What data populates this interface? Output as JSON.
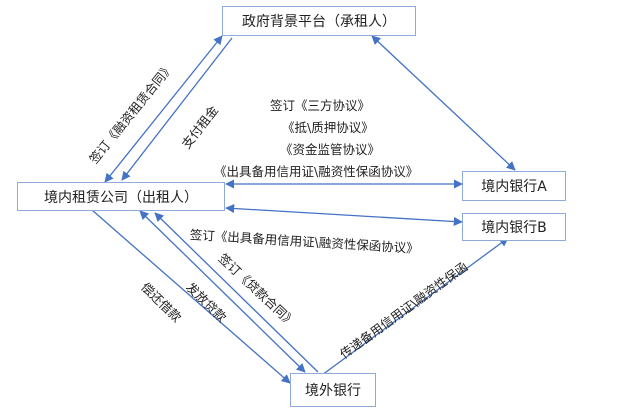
{
  "nodes": {
    "gov": "政府背景平台（承租人）",
    "lessor": "境内租赁公司（出租人）",
    "bank_a": "境内银行A",
    "bank_b": "境内银行B",
    "foreign": "境外银行"
  },
  "labels": {
    "sign_lease": "签订《融资租赁合同》",
    "pay_rent": "支付租金",
    "center_lines": [
      "签订《三方协议》",
      "《抵\\质押协议》",
      "《资金监管协议》",
      "《出具备用信用证\\融资性保函协议》"
    ],
    "sign_standby": "签订《出具备用信用证\\融资性保函协议》",
    "sign_loan": "签订《贷款合同》",
    "issue_loan": "发放贷款",
    "repay_loan": "偿还借款",
    "transmit": "传递备用信用证\\融资性保函"
  },
  "colors": {
    "line": "#4472c4",
    "border": "#8eaadb"
  }
}
